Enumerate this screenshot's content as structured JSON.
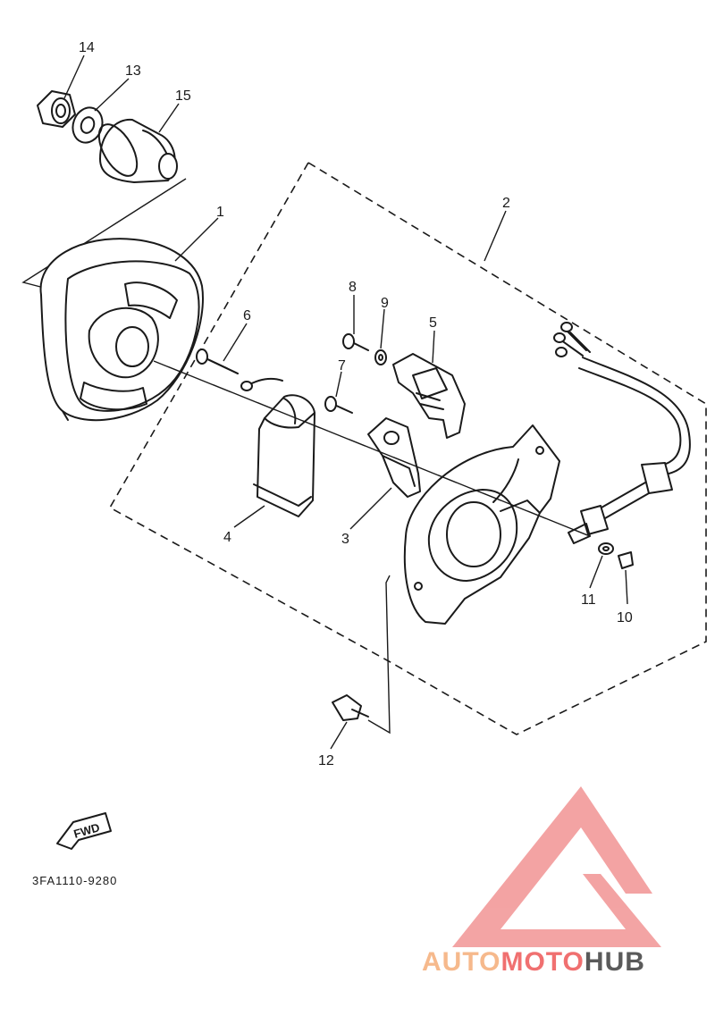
{
  "diagram": {
    "part_code": "3FA1110-9280",
    "fwd_label": "FWD",
    "callouts": [
      "14",
      "13",
      "15",
      "1",
      "2",
      "6",
      "8",
      "9",
      "5",
      "7",
      "4",
      "3",
      "11",
      "10",
      "12"
    ]
  },
  "watermark": {
    "brand_part1": "AUTO",
    "brand_part2": "MOTO",
    "brand_part3": "HUB",
    "colors": {
      "light_orange": "#f6b98c",
      "red": "#f07070",
      "dark_grey": "#5a5a5a",
      "logo_pink": "#f29a9a"
    }
  }
}
